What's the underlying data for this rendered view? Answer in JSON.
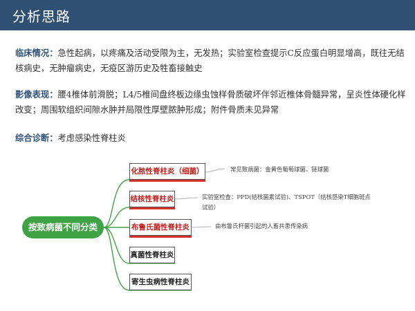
{
  "header": {
    "title": "分析思路"
  },
  "clinical": {
    "label": "临床情况：",
    "text": "急性起病，以疼痛及活动受限为主，无发热；实验室检查提示C反应蛋白明显增高，既往无结核病史，无肿瘤病史，无疫区游历史及牲畜接触史"
  },
  "imaging": {
    "label": "影像表现：",
    "text": "腰4椎体前滑脱；L4/5椎间盘终板边缘虫蚀样骨质破坏伴邻近椎体骨髓异常，呈炎性体硬化样改变；周围软组织间隙水肿并局限性厚壁脓肿形成；附件骨质未见异常"
  },
  "diagnosis": {
    "label": "综合诊断：",
    "text": "考虑感染性脊柱炎"
  },
  "mindmap": {
    "root": "按致病菌不同分类",
    "colors": {
      "root": "#3fa244",
      "branch": "#3fa244",
      "accent": "#d4312c",
      "header": "#2f4f73"
    },
    "nodes": [
      {
        "label": "化脓性脊柱炎（细菌）",
        "note": "常见致病菌：金黄色葡萄球菌、链球菌"
      },
      {
        "label": "结核性脊柱炎",
        "note": "实验室检查：PPD(结核菌素试验)、TSPOT（结核感染T细胞斑点试验）"
      },
      {
        "label": "布鲁氏菌性脊柱炎",
        "note": "由布鲁氏杆菌引起的人畜共患传染病"
      },
      {
        "label": "真菌性脊柱炎",
        "note": ""
      },
      {
        "label": "寄生虫病性脊柱炎",
        "note": ""
      }
    ]
  }
}
